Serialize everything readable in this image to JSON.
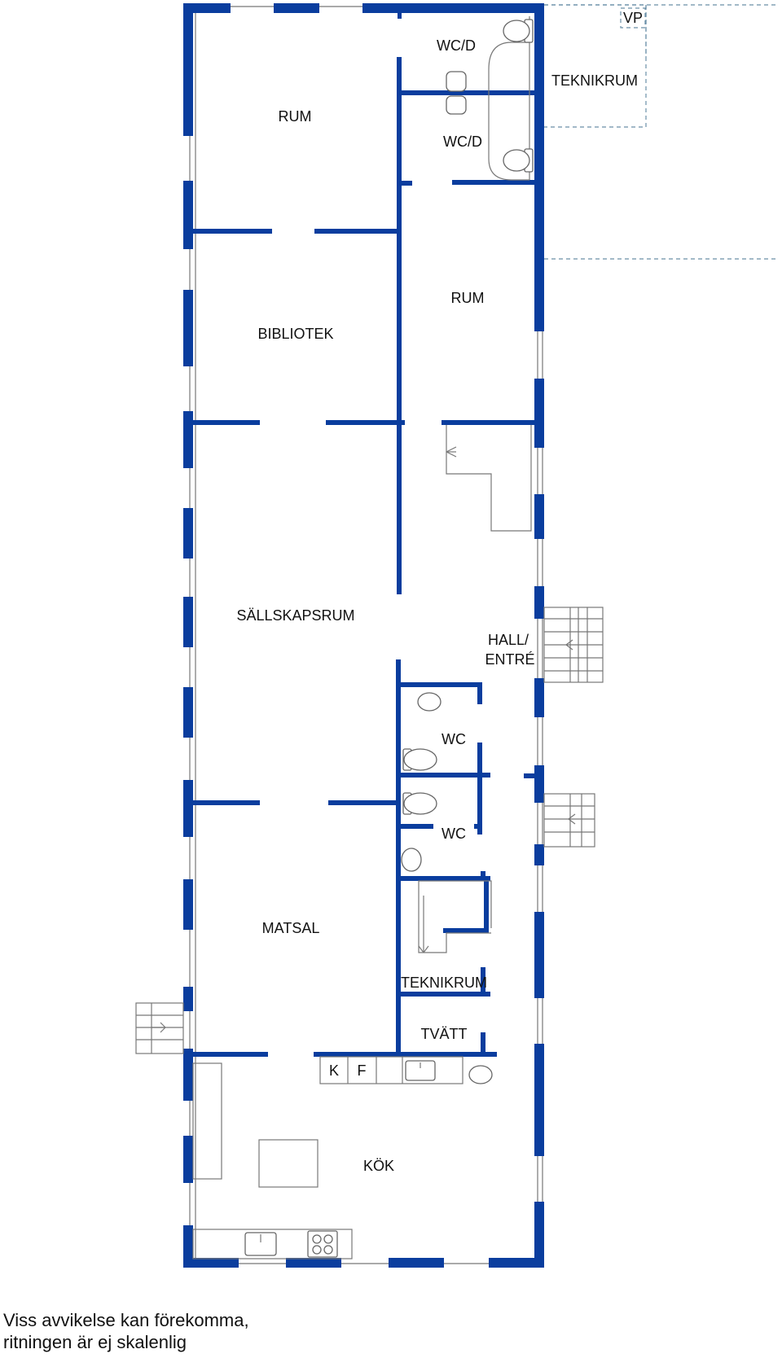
{
  "rooms": {
    "rum_top": "RUM",
    "wcd_upper": "WC/D",
    "wcd_lower": "WC/D",
    "teknikrum_ext": "TEKNIKRUM",
    "vp": "VP",
    "bibliotek": "BIBLIOTEK",
    "rum_right": "RUM",
    "sallskapsrum": "SÄLLSKAPSRUM",
    "hall_line1": "HALL/",
    "hall_line2": "ENTRÉ",
    "wc_upper": "WC",
    "wc_lower": "WC",
    "matsal": "MATSAL",
    "teknikrum": "TEKNIKRUM",
    "tvatt": "TVÄTT",
    "k": "K",
    "f": "F",
    "kok": "KÖK"
  },
  "disclaimer": {
    "line1": "Viss avvikelse kan förekomma,",
    "line2": "ritningen är ej skalenlig"
  },
  "colors": {
    "wall": "#0a3d9e",
    "line": "#777777"
  }
}
